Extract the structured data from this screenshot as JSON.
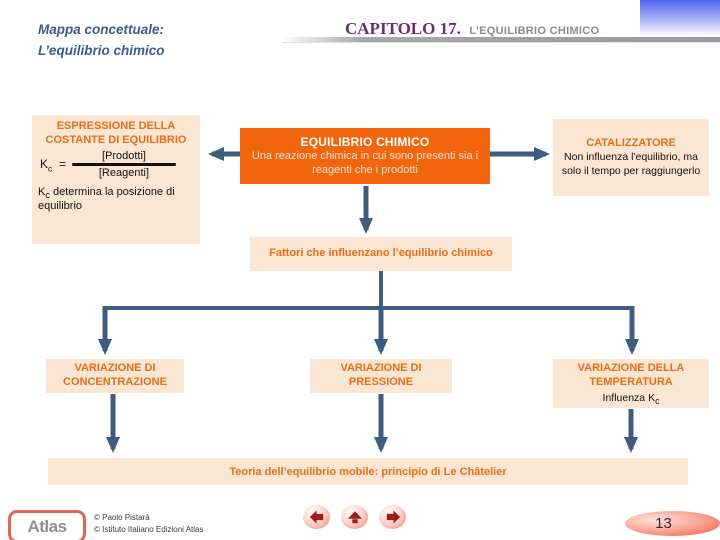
{
  "header": {
    "map_title_line1": "Mappa concettuale:",
    "map_title_line2": "L’equilibrio chimico",
    "chapter": "CAPITOLO 17.",
    "chapter_topic": "L’EQUILIBRIO CHIMICO"
  },
  "concept_map": {
    "kc_box": {
      "title": "ESPRESSIONE DELLA COSTANTE DI EQUILIBRIO",
      "k_symbol": "K",
      "k_subscript": "c",
      "equals": "=",
      "numerator": "[Prodotti]",
      "denominator": "[Reagenti]",
      "note_prefix": "K",
      "note_subscript": "c",
      "note_text": "determina la posizione di equilibrio"
    },
    "equilibrio_box": {
      "title": "EQUILIBRIO CHIMICO",
      "body": "Una reazione chimica in cui sono presenti sia i reagenti che i prodotti"
    },
    "catalizzatore_box": {
      "title": "CATALIZZATORE",
      "body": "Non influenza l'equilibrio, ma solo il tempo per raggiungerlo"
    },
    "fattori_box": {
      "label": "Fattori che influenzano l’equilibrio chimico"
    },
    "variazione_concentrazione": {
      "title": "VARIAZIONE DI CONCENTRAZIONE"
    },
    "variazione_pressione": {
      "title": "VARIAZIONE DI PRESSIONE"
    },
    "variazione_temperatura": {
      "title": "VARIAZIONE DELLA TEMPERATURA",
      "note_prefix": "Influenza K",
      "note_subscript": "c"
    },
    "theory_bar": {
      "label": "Teoria dell’equilibrio mobile: principio di Le Châtelier"
    }
  },
  "footer": {
    "logo": "Atlas",
    "copyright_line1": "© Paolo Pistarà",
    "copyright_line2": "© Istituto Italiano Edizioni Atlas",
    "page_number": "13",
    "nav_back_icon": "arrow-left-icon",
    "nav_home_icon": "home-icon",
    "nav_forward_icon": "arrow-right-icon"
  },
  "colors": {
    "accent_orange": "#F2650D",
    "peach_box": "#FBE5D3",
    "heading_orange": "#E56F17",
    "arrow_blue": "#3E5C7E",
    "title_blue": "#3A5F87",
    "chapter_plum": "#6F2C6F",
    "chapter_gray": "#8C8C8C",
    "corner_blue": "#4E66EE",
    "nav_red": "#9E1D16"
  }
}
